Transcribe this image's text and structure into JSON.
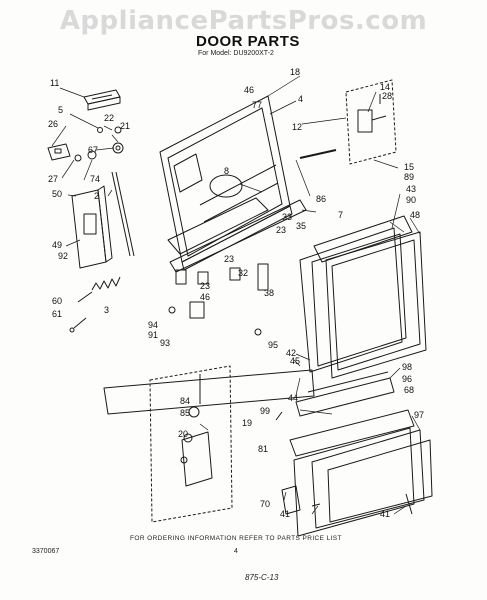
{
  "watermark": "AppliancePartsPros.com",
  "title": "DOOR PARTS",
  "subtitle": "For Model: DU9200XT-2",
  "callouts": [
    "11",
    "5",
    "26",
    "22",
    "21",
    "67",
    "27",
    "74",
    "50",
    "2",
    "49",
    "92",
    "60",
    "61",
    "3",
    "18",
    "46",
    "77",
    "4",
    "12",
    "14",
    "28",
    "15",
    "89",
    "8",
    "86",
    "7",
    "43",
    "90",
    "48",
    "33",
    "35",
    "23",
    "23",
    "32",
    "38",
    "23",
    "46",
    "94",
    "91",
    "93",
    "95",
    "42",
    "45",
    "98",
    "96",
    "68",
    "97",
    "99",
    "44",
    "84",
    "85",
    "20",
    "19",
    "81",
    "70",
    "41",
    "41"
  ],
  "footer": {
    "ordering_note": "FOR ORDERING INFORMATION REFER TO PARTS PRICE LIST",
    "doc_number": "3370067",
    "page_number": "4",
    "date_code": "875-C-13"
  }
}
